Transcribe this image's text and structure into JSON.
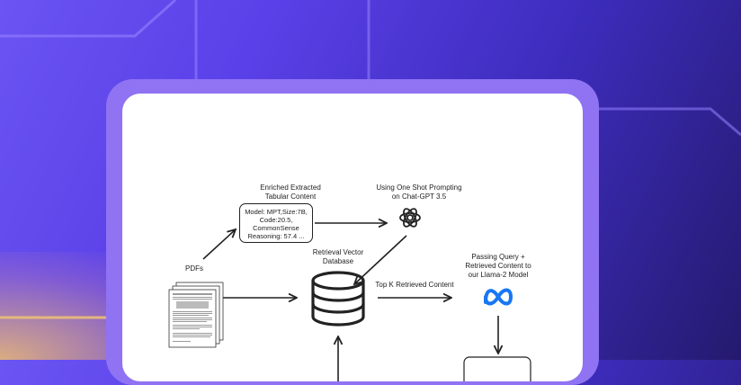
{
  "diagram": {
    "enriched_title_line1": "Enriched Extracted",
    "enriched_title_line2": "Tabular Content",
    "enriched_box": {
      "line1": "Model: MPT,Size:7B,",
      "line2": "Code:20.5,",
      "line3": "CommonSense",
      "line4": "Reasoning: 57.4 ..."
    },
    "oneshot_line1": "Using One Shot Prompting",
    "oneshot_line2": "on Chat-GPT 3.5",
    "pdfs_label": "PDFs",
    "vectordb_line1": "Retrieval Vector",
    "vectordb_line2": "Database",
    "topk_label": "Top K Retrieved Content",
    "passing_line1": "Passing Query +",
    "passing_line2": "Retrieved Content to",
    "passing_line3": "our Llama-2 Model"
  },
  "colors": {
    "background_start": "#6a54f2",
    "background_end": "#241a6e",
    "card_frame": "#8f73f2",
    "card": "#ffffff",
    "meta_logo": "#1877f2",
    "ink": "#222222"
  },
  "icons": [
    "pdf-document-icon",
    "database-icon",
    "openai-logo-icon",
    "meta-logo-icon"
  ]
}
